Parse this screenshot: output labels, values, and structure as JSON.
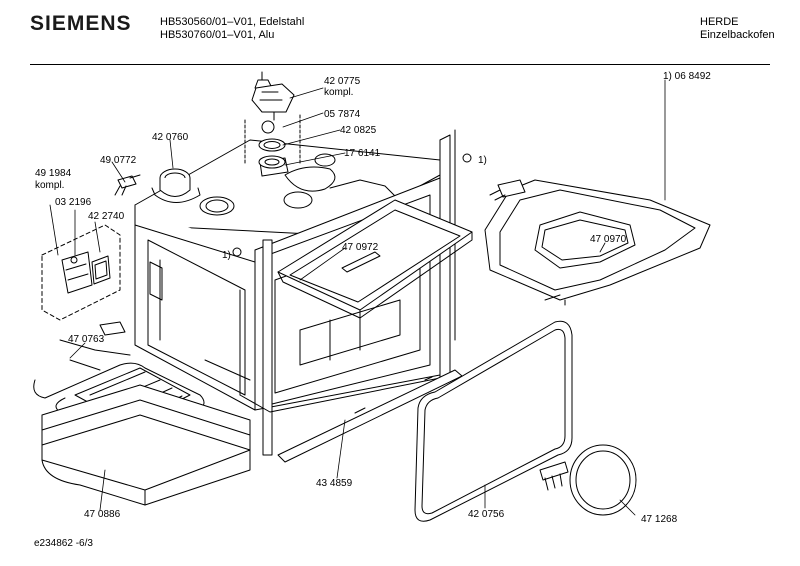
{
  "header": {
    "brand": "SIEMENS",
    "model_line_1": "HB530560/01–V01, Edelstahl",
    "model_line_2": "HB530760/01–V01, Alu",
    "category_line_1": "HERDE",
    "category_line_2": "Einzelbackofen"
  },
  "parts": [
    {
      "id": "p420775",
      "number": "42 0775",
      "note": "kompl."
    },
    {
      "id": "p057874",
      "number": "05 7874"
    },
    {
      "id": "p420825",
      "number": "42 0825"
    },
    {
      "id": "p176141",
      "number": "17 6141"
    },
    {
      "id": "p420760",
      "number": "42 0760"
    },
    {
      "id": "p490772",
      "number": "49 0772"
    },
    {
      "id": "p491984",
      "number": "49 1984",
      "note": "kompl."
    },
    {
      "id": "p032196",
      "number": "03 2196"
    },
    {
      "id": "p422740",
      "number": "42 2740"
    },
    {
      "id": "p470972",
      "number": "47 0972"
    },
    {
      "id": "p470970",
      "number": "47 0970"
    },
    {
      "id": "p068492",
      "number": "1) 06 8492"
    },
    {
      "id": "p470763",
      "number": "47 0763"
    },
    {
      "id": "p434859",
      "number": "43 4859"
    },
    {
      "id": "p470886",
      "number": "47 0886"
    },
    {
      "id": "p420756",
      "number": "42 0756"
    },
    {
      "id": "p471268",
      "number": "47 1268"
    }
  ],
  "footnote_marker": "1)",
  "footer": {
    "drawing_id": "e234862 -6/3"
  }
}
